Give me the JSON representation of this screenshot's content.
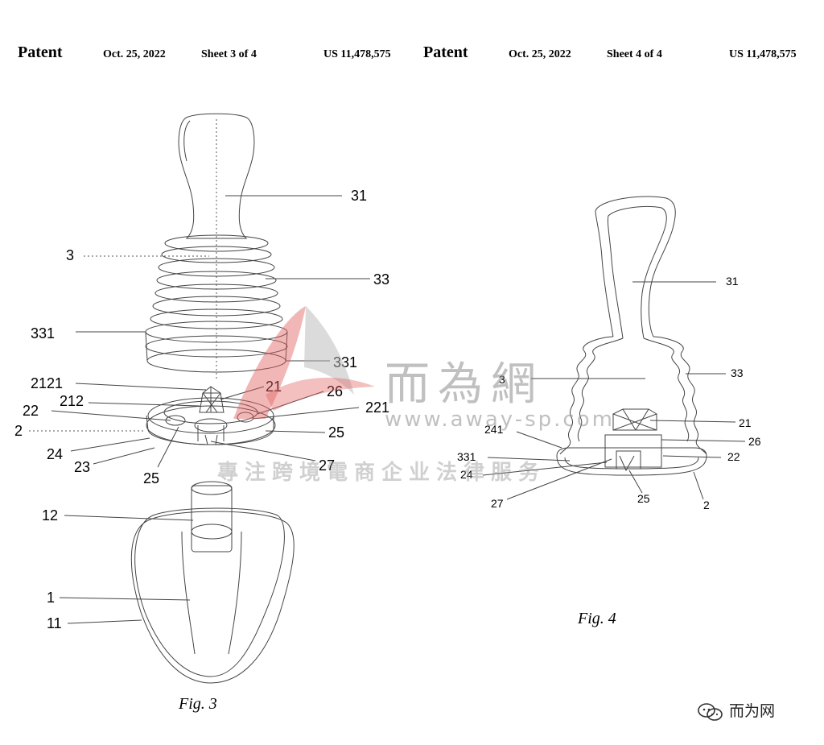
{
  "sheet_left": {
    "header": {
      "patent": "Patent",
      "date": "Oct. 25, 2022",
      "sheet": "Sheet 3 of 4",
      "number": "US 11,478,575"
    },
    "figure_caption": "Fig. 3",
    "labels": {
      "l31": "31",
      "l3": "3",
      "l33": "33",
      "l331a": "331",
      "l331b": "331",
      "l2121": "2121",
      "l21": "21",
      "l212": "212",
      "l26": "26",
      "l22": "22",
      "l221": "221",
      "l2": "2",
      "l25a": "25",
      "l24": "24",
      "l27": "27",
      "l23": "23",
      "l25b": "25",
      "l12": "12",
      "l1": "1",
      "l11": "11"
    }
  },
  "sheet_right": {
    "header": {
      "patent": "Patent",
      "date": "Oct. 25, 2022",
      "sheet": "Sheet 4 of 4",
      "number": "US 11,478,575"
    },
    "figure_caption": "Fig. 4",
    "labels": {
      "l31": "31",
      "l3": "3",
      "l33": "33",
      "l21": "21",
      "l241": "241",
      "l26": "26",
      "l331": "331",
      "l22": "22",
      "l24": "24",
      "l27": "27",
      "l25": "25",
      "l2": "2"
    }
  },
  "watermark": {
    "cn_name": "而為網",
    "url": "www.away-sp.com",
    "slogan": "專注跨境電商企业法律服务",
    "logo_colors": {
      "primary": "#e06060",
      "secondary": "#b8b8b8"
    }
  },
  "source_badge": {
    "icon": "wechat-icon",
    "label": "而为网"
  }
}
